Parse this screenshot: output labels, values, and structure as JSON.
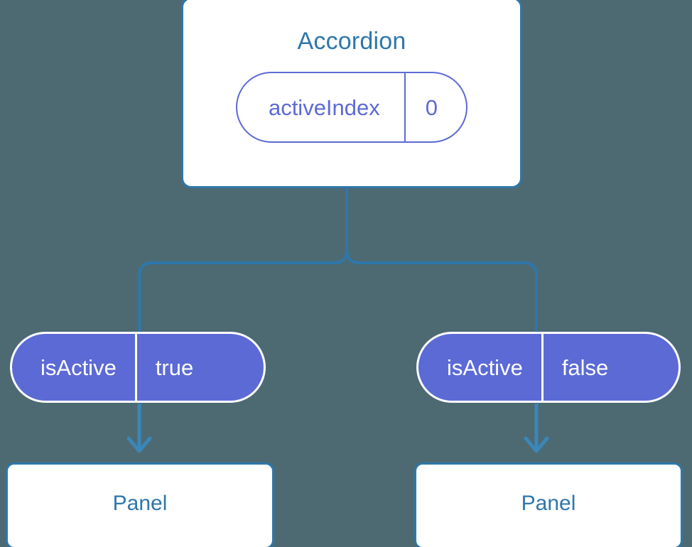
{
  "diagram": {
    "type": "component-tree",
    "background_color": "#4d6a73",
    "accent_blue": "#2e77ab",
    "accent_purple": "#5c6ad6",
    "root": {
      "title": "Accordion",
      "state_pill": {
        "key": "activeIndex",
        "value": "0",
        "style": "outline"
      }
    },
    "children": [
      {
        "id": "left",
        "prop_pill": {
          "key": "isActive",
          "value": "true",
          "style": "filled"
        },
        "leaf": {
          "title": "Panel"
        }
      },
      {
        "id": "right",
        "prop_pill": {
          "key": "isActive",
          "value": "false",
          "style": "filled"
        },
        "leaf": {
          "title": "Panel"
        }
      }
    ],
    "connectors": {
      "tree_color": "#2e77ab",
      "arrow_color": "#3a87b8",
      "edges": [
        {
          "from": "accordion",
          "to": "left-pill",
          "kind": "elbow"
        },
        {
          "from": "accordion",
          "to": "right-pill",
          "kind": "elbow"
        },
        {
          "from": "left-pill",
          "to": "left-panel",
          "kind": "arrow"
        },
        {
          "from": "right-pill",
          "to": "right-panel",
          "kind": "arrow"
        }
      ]
    }
  }
}
